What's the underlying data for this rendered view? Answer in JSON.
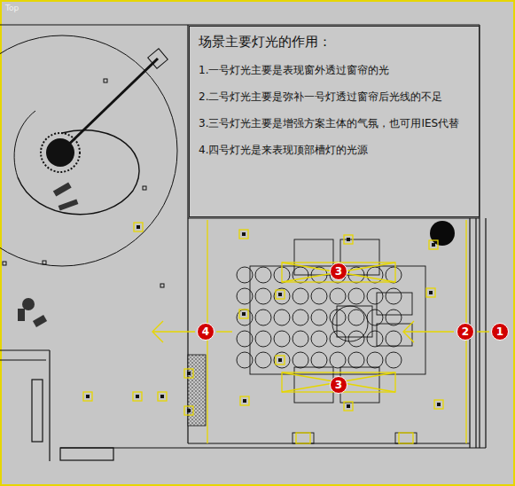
{
  "diagram": {
    "nodes": [
      {
        "text": [
          "场景主要灯光的作用：",
          "1.一号灯光主要是表现窗外透过窗帘的光",
          "2.二号灯光主要是弥补一号灯透过窗帘后光线的不足",
          "3.三号灯光主要是增强方案主体的气氛，也可用IES代替",
          "4.四号灯光是来表现顶部槽灯的光源"
        ]
      },
      {
        "text": [
          "3"
        ]
      },
      {
        "text": [
          "4"
        ]
      },
      {
        "text": [
          "2"
        ]
      },
      {
        "text": [
          "1"
        ]
      },
      {
        "text": [
          "3"
        ]
      }
    ],
    "labels": [
      "Top"
    ]
  }
}
